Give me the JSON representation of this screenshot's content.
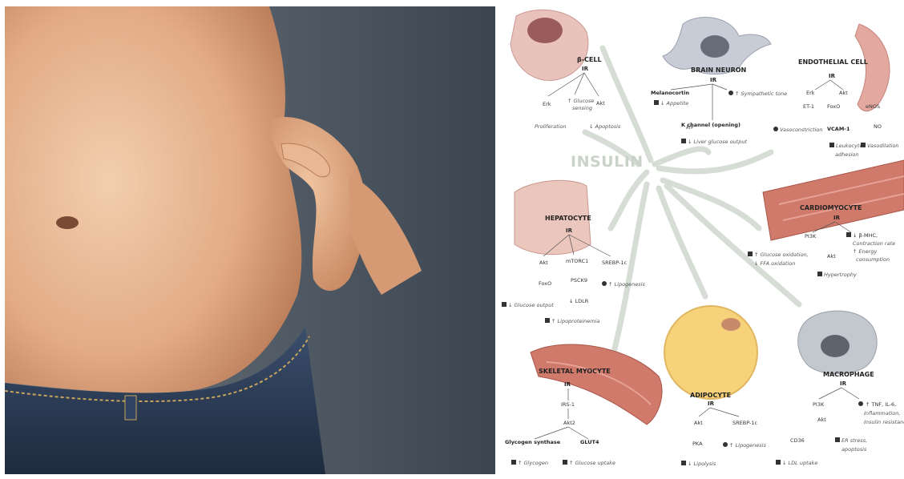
{
  "center": {
    "label": "INSULIN"
  },
  "beta_cell": {
    "title": "β-CELL",
    "ir": "IR",
    "erk": "Erk",
    "proliferation": "Proliferation",
    "glucose_sensing_1": "↑ Glucose",
    "glucose_sensing_2": "sensing",
    "akt": "Akt",
    "apoptosis": "↓ Apoptosis"
  },
  "brain_neuron": {
    "title": "BRAIN NEURON",
    "ir": "IR",
    "melanocortin": "Melanocortin",
    "appetite": "↓ Appetite",
    "sympathetic": "↑ Sympathetic tone",
    "katp": "K    channel (opening)",
    "katp_sub": "ATP",
    "liver_output": "↓ Liver glucose output"
  },
  "endothelial": {
    "title": "ENDOTHELIAL CELL",
    "ir": "IR",
    "erk": "Erk",
    "akt": "Akt",
    "et1": "ET-1",
    "foxo": "FoxO",
    "enos": "eNOS",
    "vcam": "VCAM-1",
    "no": "NO",
    "vasoconstriction": "Vasoconstriction",
    "leukocyte_1": "Leukocyte",
    "leukocyte_2": "adhesion",
    "vasodilation": "Vasodilation"
  },
  "hepatocyte": {
    "title": "HEPATOCYTE",
    "ir": "IR",
    "akt": "Akt",
    "mtorc": "mTORC1",
    "srebp": "SREBP-1c",
    "foxo": "FoxO",
    "pcsk": "PSCK9",
    "lipogenesis": "↑ Lipogenesis",
    "ldlr": "↓ LDLR",
    "glucose_output": "↓ Glucose output",
    "lipoproteinemia": "↑ Lipoproteinemia"
  },
  "cardiomyocyte": {
    "title": "CARDIOMYOCYTE",
    "ir": "IR",
    "pi3k": "PI3K",
    "mhc": "↓ β-MHC,",
    "contraction": "Contraction rate",
    "energy_1": "↑ Energy",
    "energy_2": "consumption",
    "glucose_ox": "↑ Glucose oxidation,",
    "ffa_ox": "↓ FFA oxidation",
    "akt": "Akt",
    "hypertrophy": "Hypertrophy"
  },
  "skeletal": {
    "title": "SKELETAL MYOCYTE",
    "ir": "IR",
    "irs": "IRS-1",
    "akt2": "Akt2",
    "glycogen_synthase": "Glycogen synthase",
    "glut4": "GLUT4",
    "glycogen": "↑ Glycogen",
    "glucose_uptake": "↑ Glucose uptake"
  },
  "adipocyte": {
    "title": "ADIPOCYTE",
    "ir": "IR",
    "akt": "Akt",
    "srebp": "SREBP-1c",
    "pka": "PKA",
    "lipogenesis": "↑ Lipogenesis",
    "lipolysis": "↓ Lipolysis"
  },
  "macrophage": {
    "title": "MACROPHAGE",
    "ir": "IR",
    "pi3k": "PI3K",
    "tnf_1": "↑ TNF, IL-6,",
    "tnf_2": "Inflammation,",
    "tnf_3": "Insulin resistance",
    "akt": "Akt",
    "cd36": "CD36",
    "er_1": "ER stress,",
    "er_2": "apoptosis",
    "ldl": "↓ LDL uptake"
  },
  "colors": {
    "skin": "#e7b792",
    "backdrop": "#4b5660",
    "denim": "#2a3b55",
    "cell_pink": "#e9b8b1",
    "nucleus": "#9a5b5b",
    "muscle": "#c9675a",
    "fat": "#f6d27a",
    "macrophage": "#b7bcc4",
    "arrow": "#d5ddd5"
  }
}
